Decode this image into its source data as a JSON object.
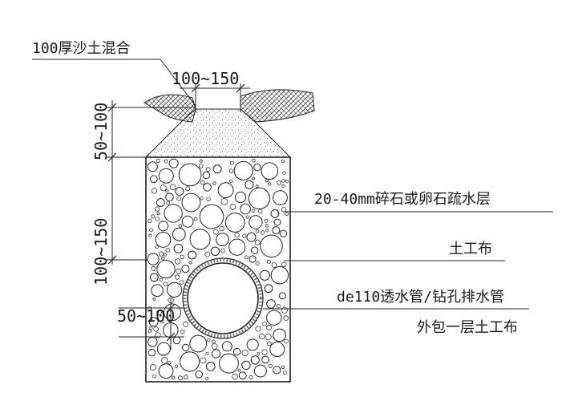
{
  "labels": {
    "top_layer": "100厚沙土混合",
    "top_width": "100~150",
    "gravel_layer": "20-40mm碎石或卵石疏水层",
    "geotextile": "土工布",
    "pipe": "de110透水管/钻孔排水管",
    "pipe_wrap": "外包一层土工布"
  },
  "dimensions": {
    "upper_height": "50~100",
    "lower_height": "100~150",
    "bottom_gap": "50~100"
  }
}
